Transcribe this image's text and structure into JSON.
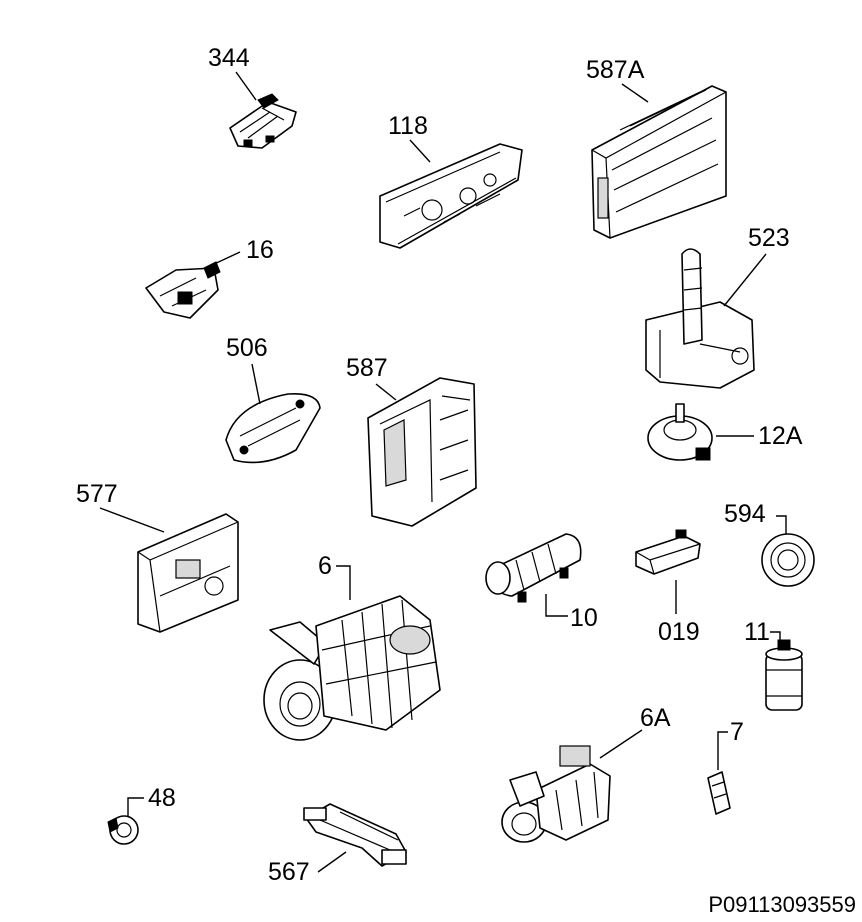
{
  "diagram": {
    "drawing_code": "P09113093559",
    "callouts": {
      "c344": "344",
      "c587A": "587A",
      "c118": "118",
      "c16": "16",
      "c523": "523",
      "c506": "506",
      "c587": "587",
      "c12A": "12A",
      "c577": "577",
      "c594": "594",
      "c6": "6",
      "c10": "10",
      "c019": "019",
      "c11": "11",
      "c6A": "6A",
      "c7": "7",
      "c48": "48",
      "c567": "567"
    }
  }
}
